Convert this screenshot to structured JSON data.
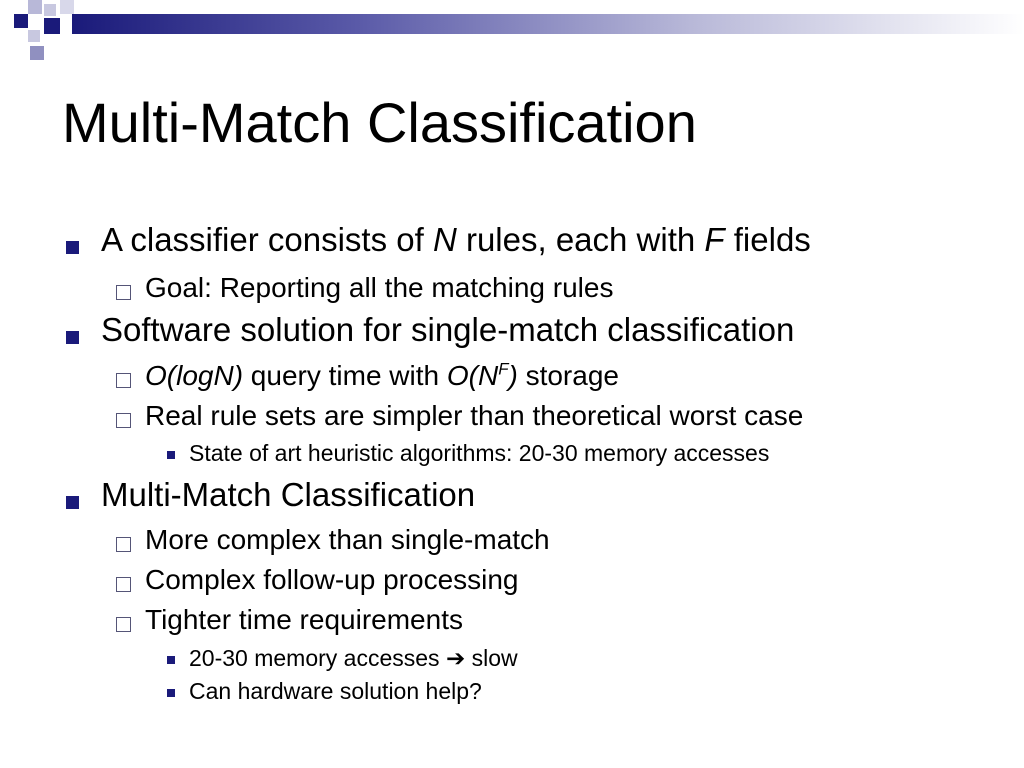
{
  "slide": {
    "title": "Multi-Match Classification",
    "accent_color": "#1a1a7a",
    "bullets": [
      {
        "level": 1,
        "parts": [
          {
            "text": "A classifier consists of ",
            "italic": false
          },
          {
            "text": "N",
            "italic": true
          },
          {
            "text": " rules, each with ",
            "italic": false
          },
          {
            "text": "F",
            "italic": true
          },
          {
            "text": " fields",
            "italic": false
          }
        ]
      },
      {
        "level": 2,
        "parts": [
          {
            "text": "Goal: Reporting all the matching rules",
            "italic": false
          }
        ]
      },
      {
        "level": 1,
        "parts": [
          {
            "text": "Software solution for single-match classification",
            "italic": false
          }
        ]
      },
      {
        "level": 2,
        "parts": [
          {
            "text": "O(logN)",
            "italic": true
          },
          {
            "text": " query time with ",
            "italic": false
          },
          {
            "text": "O(N",
            "italic": true
          },
          {
            "text": "F",
            "italic": true,
            "sup": true
          },
          {
            "text": ")",
            "italic": true
          },
          {
            "text": " storage",
            "italic": false
          }
        ]
      },
      {
        "level": 2,
        "parts": [
          {
            "text": "Real rule sets are simpler than theoretical worst case",
            "italic": false
          }
        ]
      },
      {
        "level": 3,
        "parts": [
          {
            "text": "State of art heuristic algorithms: 20-30 memory accesses",
            "italic": false
          }
        ]
      },
      {
        "level": 1,
        "parts": [
          {
            "text": "Multi-Match Classification",
            "italic": false
          }
        ]
      },
      {
        "level": 2,
        "parts": [
          {
            "text": "More complex than single-match",
            "italic": false
          }
        ]
      },
      {
        "level": 2,
        "parts": [
          {
            "text": "Complex follow-up processing",
            "italic": false
          }
        ]
      },
      {
        "level": 2,
        "parts": [
          {
            "text": "Tighter time requirements",
            "italic": false
          }
        ]
      },
      {
        "level": 3,
        "parts": [
          {
            "text": " 20-30 memory accesses ",
            "italic": false
          },
          {
            "text": "➔",
            "italic": false,
            "arrow": true
          },
          {
            "text": " slow",
            "italic": false
          }
        ]
      },
      {
        "level": 3,
        "parts": [
          {
            "text": "Can hardware solution help?",
            "italic": false
          }
        ]
      }
    ]
  }
}
